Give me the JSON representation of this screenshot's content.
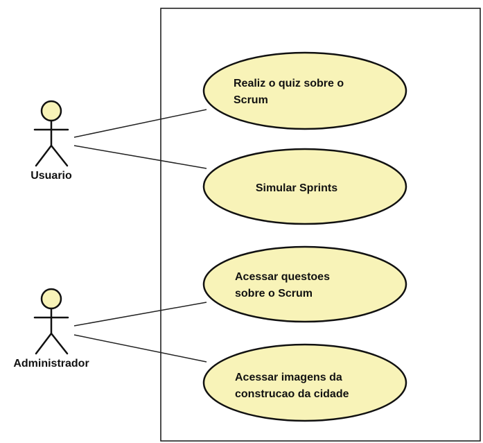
{
  "colors": {
    "usecase_fill": "#f8f3b8",
    "actor_head_fill": "#f8f3b8",
    "stroke": "#111111"
  },
  "actors": [
    {
      "name": "Usuario"
    },
    {
      "name": "Administrador"
    }
  ],
  "use_cases": [
    {
      "lines": [
        "Realiz o quiz sobre o",
        "Scrum"
      ]
    },
    {
      "lines": [
        "Simular Sprints"
      ]
    },
    {
      "lines": [
        "Acessar questoes",
        "sobre o Scrum"
      ]
    },
    {
      "lines": [
        "Acessar imagens da",
        "construcao da cidade"
      ]
    }
  ]
}
